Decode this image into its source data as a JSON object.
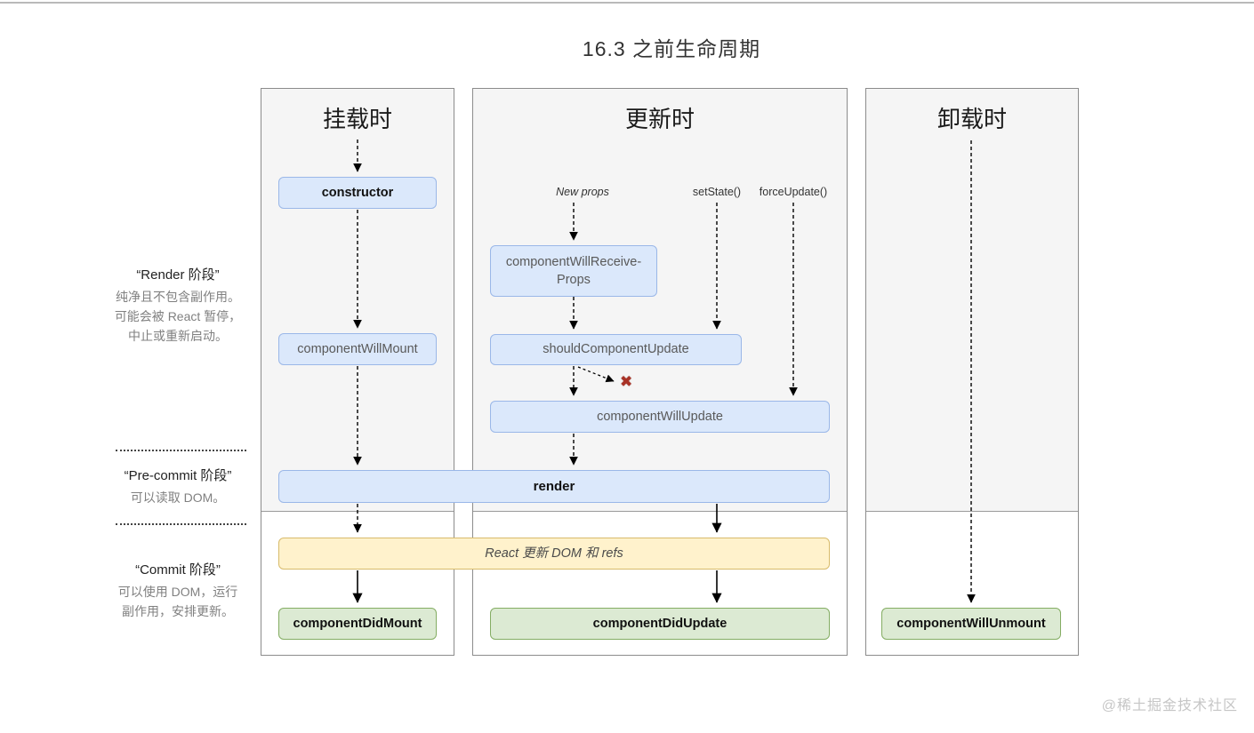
{
  "page": {
    "title": "16.3 之前生命周期",
    "watermark": "@稀土掘金技术社区"
  },
  "columns": {
    "mount": {
      "header": "挂载时"
    },
    "update": {
      "header": "更新时"
    },
    "unmount": {
      "header": "卸载时"
    }
  },
  "phases": {
    "render": {
      "title": "“Render 阶段”",
      "desc": [
        "纯净且不包含副作用。",
        "可能会被 React 暂停，",
        "中止或重新启动。"
      ]
    },
    "precommit": {
      "title": "“Pre-commit 阶段”",
      "desc": [
        "可以读取 DOM。"
      ]
    },
    "commit": {
      "title": "“Commit 阶段”",
      "desc": [
        "可以使用 DOM，运行",
        "副作用，安排更新。"
      ]
    }
  },
  "triggers": {
    "new_props": "New props",
    "set_state": "setState()",
    "force_update": "forceUpdate()"
  },
  "nodes": {
    "constructor": "constructor",
    "component_will_mount": "componentWillMount",
    "cwrp_line1": "componentWillReceive-",
    "cwrp_line2": "Props",
    "should_component_update": "shouldComponentUpdate",
    "component_will_update": "componentWillUpdate",
    "render": "render",
    "react_updates": "React 更新 DOM 和 refs",
    "component_did_mount": "componentDidMount",
    "component_did_update": "componentDidUpdate",
    "component_will_unmount": "componentWillUnmount"
  },
  "icons": {
    "cancel": "✖"
  },
  "colors": {
    "blue_fill": "#dbe8fb",
    "blue_border": "#9ab7e8",
    "green_fill": "#dcead3",
    "green_border": "#84ad63",
    "yellow_fill": "#fff2cc",
    "yellow_border": "#d8bb6b",
    "column_fill": "#f5f5f5",
    "column_border": "#8c8c8c",
    "cancel_red": "#a93226"
  }
}
